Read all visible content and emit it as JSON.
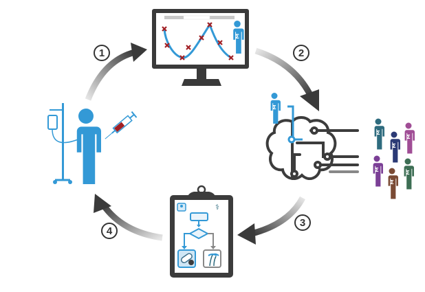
{
  "steps": [
    {
      "number": "1"
    },
    {
      "number": "2"
    },
    {
      "number": "3"
    },
    {
      "number": "4"
    }
  ],
  "person_symbol": "Σ",
  "colors": {
    "primary_blue": "#3399d6",
    "dark_gray": "#3c3c3c",
    "marker_red": "#a11f24",
    "population": [
      "#2e6b7e",
      "#2b3a75",
      "#a04d95",
      "#7b3f96",
      "#7a4a34",
      "#3d6e54"
    ]
  }
}
